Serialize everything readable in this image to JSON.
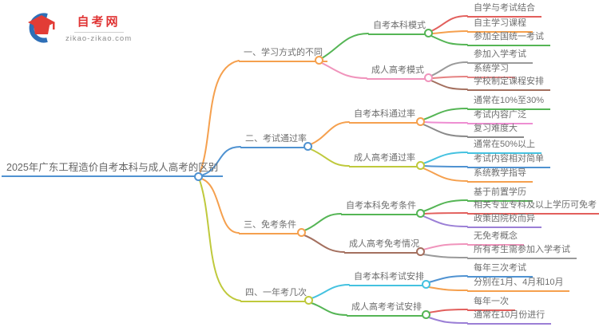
{
  "logo": {
    "title": "自考网",
    "domain": "zikao-zikao.com",
    "icon": "graduation-cap-in-crescent-icon"
  },
  "root": {
    "label": "2025年广东工程造价自考本科与成人高考的区别"
  },
  "branches": [
    {
      "label": "一、学习方式的不同",
      "children": [
        {
          "label": "自考本科模式",
          "leaves": [
            "自学与考试结合",
            "自主学习课程",
            "参加全国统一考试"
          ]
        },
        {
          "label": "成人高考模式",
          "leaves": [
            "参加入学考试",
            "系统学习",
            "学校制定课程安排"
          ]
        }
      ]
    },
    {
      "label": "二、考试通过率",
      "children": [
        {
          "label": "自考本科通过率",
          "leaves": [
            "通常在10%至30%",
            "考试内容广泛",
            "复习难度大"
          ]
        },
        {
          "label": "成人高考通过率",
          "leaves": [
            "通常在50%以上",
            "考试内容相对简单",
            "系统教学指导"
          ]
        }
      ]
    },
    {
      "label": "三、免考条件",
      "children": [
        {
          "label": "自考本科免考条件",
          "leaves": [
            "基于前置学历",
            "相关专业专科及以上学历可免考",
            "政策因院校而异"
          ]
        },
        {
          "label": "成人高考免考情况",
          "leaves": [
            "无免考概念",
            "所有考生需参加入学考试"
          ]
        }
      ]
    },
    {
      "label": "四、一年考几次",
      "children": [
        {
          "label": "自考本科考试安排",
          "leaves": [
            "每年三次考试",
            "分别在1月、4月和10月"
          ]
        },
        {
          "label": "成人高考考试安排",
          "leaves": [
            "每年一次",
            "通常在10月份进行"
          ]
        }
      ]
    }
  ],
  "colors": {
    "orange": "#f5a04e",
    "blue": "#4f92d1",
    "green": "#55b555",
    "pink": "#f094bc",
    "yellow_green": "#bfc93c",
    "cyan": "#45c2e0",
    "red": "#e25f5c",
    "salmon": "#e58282",
    "brown": "#a4705f",
    "gray": "#9a9a9a",
    "pink_violet": "#ee8ed2",
    "purple": "#9b7fd6",
    "brand_red": "#e03434",
    "text": "#6e6e6e"
  }
}
